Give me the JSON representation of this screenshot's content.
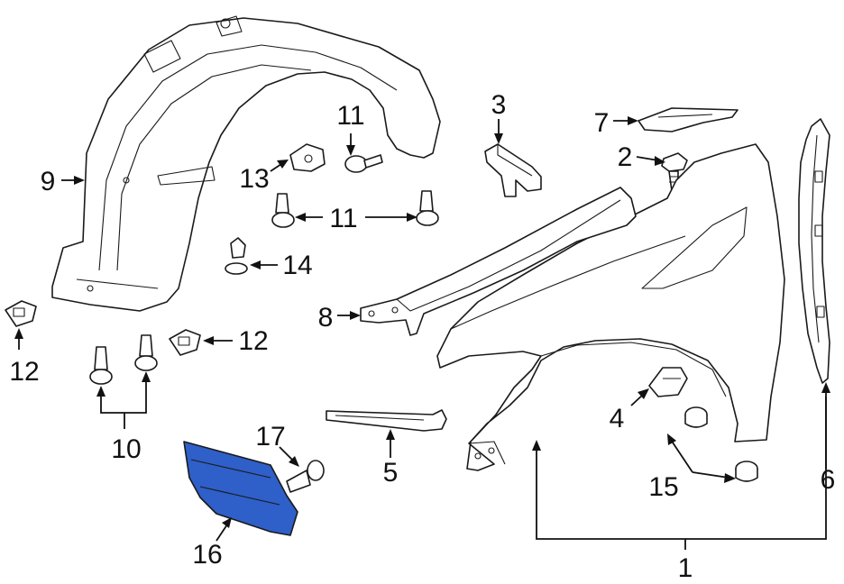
{
  "diagram": {
    "highlight_color": "#2f5fc8",
    "line_color": "#111111",
    "callouts": [
      {
        "id": "c1",
        "label": "1"
      },
      {
        "id": "c2",
        "label": "2"
      },
      {
        "id": "c3",
        "label": "3"
      },
      {
        "id": "c4",
        "label": "4"
      },
      {
        "id": "c5",
        "label": "5"
      },
      {
        "id": "c6",
        "label": "6"
      },
      {
        "id": "c7",
        "label": "7"
      },
      {
        "id": "c8",
        "label": "8"
      },
      {
        "id": "c9",
        "label": "9"
      },
      {
        "id": "c10",
        "label": "10"
      },
      {
        "id": "c11a",
        "label": "11"
      },
      {
        "id": "c11b",
        "label": "11"
      },
      {
        "id": "c12a",
        "label": "12"
      },
      {
        "id": "c12b",
        "label": "12"
      },
      {
        "id": "c13",
        "label": "13"
      },
      {
        "id": "c14",
        "label": "14"
      },
      {
        "id": "c15",
        "label": "15"
      },
      {
        "id": "c16",
        "label": "16"
      },
      {
        "id": "c17",
        "label": "17"
      }
    ]
  }
}
